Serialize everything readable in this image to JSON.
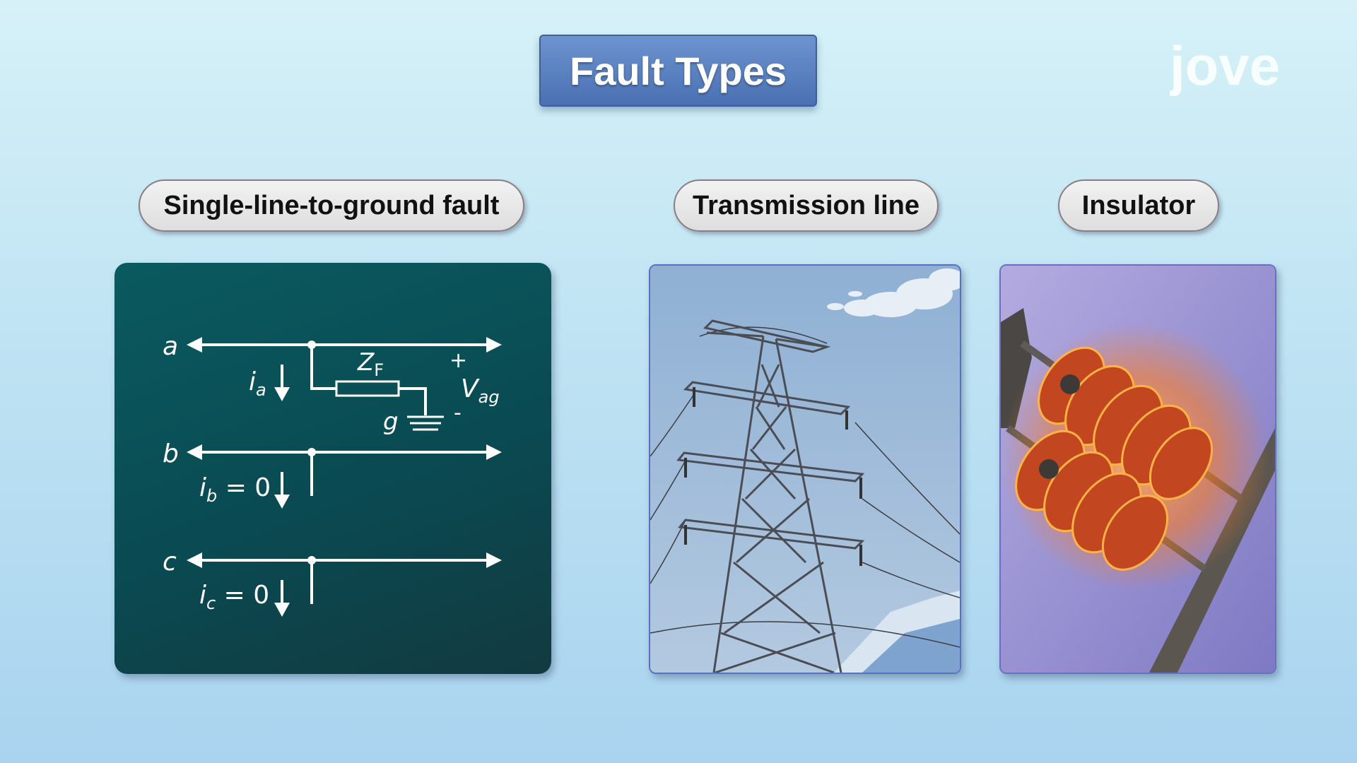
{
  "header": {
    "title": "Fault Types"
  },
  "brand": {
    "logo": "jove"
  },
  "labels": {
    "slg_fault": "Single-line-to-ground fault",
    "transmission_line": "Transmission line",
    "insulator": "Insulator"
  },
  "diagram": {
    "phase_a": "a",
    "phase_b": "b",
    "phase_c": "c",
    "current_a": "i",
    "current_a_sub": "a",
    "current_b": "i",
    "current_b_sub": "b",
    "current_b_value": " = 0",
    "current_c": "i",
    "current_c_sub": "c",
    "current_c_value": " = 0",
    "impedance": "Z",
    "impedance_sub": "F",
    "ground": "g",
    "voltage": "V",
    "voltage_sub": "ag",
    "plus": "+",
    "minus": "-"
  },
  "colors": {
    "title_bg": "#5a80c0",
    "diagram_bg": "#0a4a52",
    "line_panel_bg": "#9cb7d6",
    "insulator_panel_bg": "#9a92d4",
    "glow": "#ff7a1a"
  },
  "icons": {
    "logo": "jove-logo",
    "tower": "transmission-tower-illustration",
    "insulator": "glowing-insulator-illustration"
  }
}
